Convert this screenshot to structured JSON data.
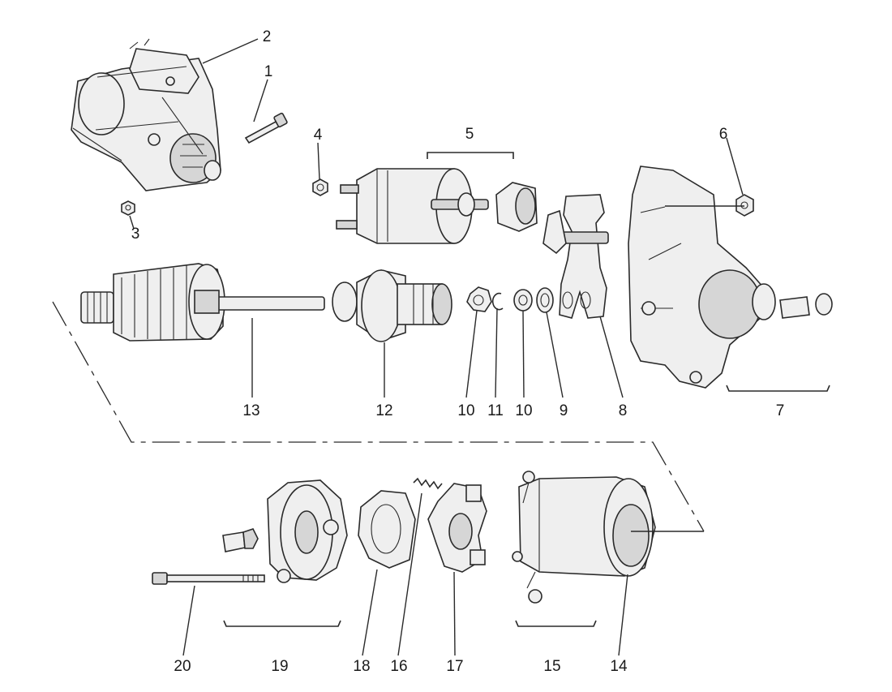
{
  "callouts": {
    "c1": "1",
    "c2": "2",
    "c3": "3",
    "c4": "4",
    "c5": "5",
    "c6": "6",
    "c7": "7",
    "c8": "8",
    "c9": "9",
    "c10a": "10",
    "c11": "11",
    "c10b": "10",
    "c12": "12",
    "c13": "13",
    "c14": "14",
    "c15": "15",
    "c16": "16",
    "c17": "17",
    "c18": "18",
    "c19": "19",
    "c20": "20"
  }
}
